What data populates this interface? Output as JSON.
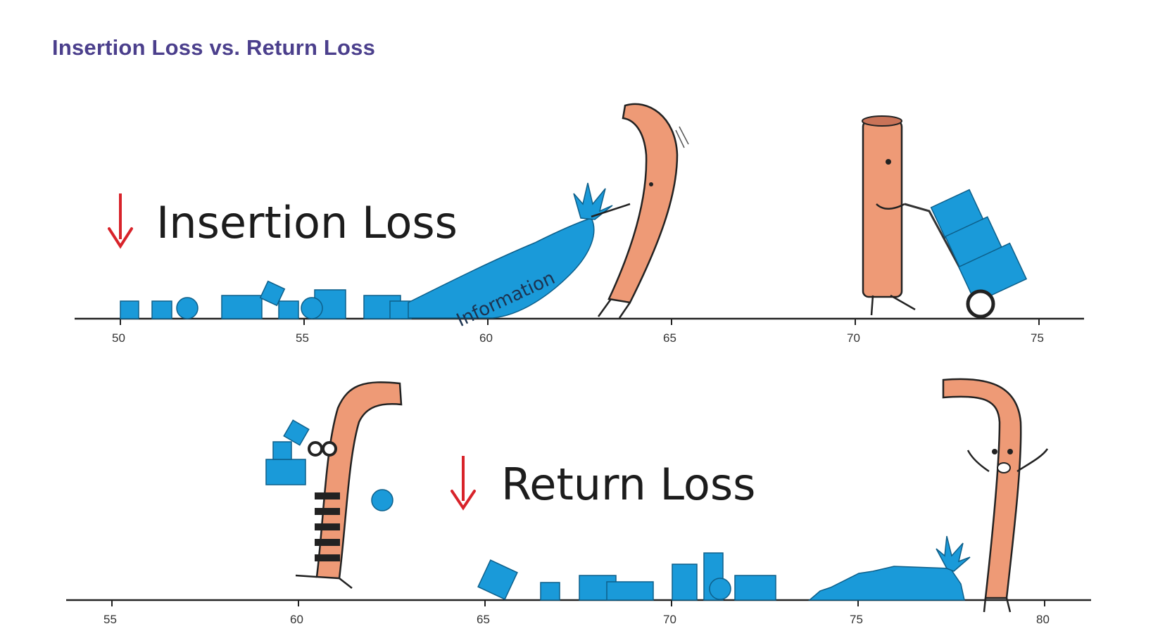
{
  "title": "Insertion Loss vs. Return Loss",
  "colors": {
    "title": "#4b3f8c",
    "blue_blocks": "#1a9ad9",
    "cable": "#ee9a76",
    "arrow": "#d8232a",
    "line": "#222222"
  },
  "top_panel": {
    "label": "Insertion Loss",
    "bag_label": "Information",
    "axis_ticks": [
      "50",
      "55",
      "60",
      "65",
      "70",
      "75"
    ]
  },
  "bottom_panel": {
    "label": "Return Loss",
    "axis_ticks": [
      "55",
      "60",
      "65",
      "70",
      "75",
      "80"
    ]
  }
}
